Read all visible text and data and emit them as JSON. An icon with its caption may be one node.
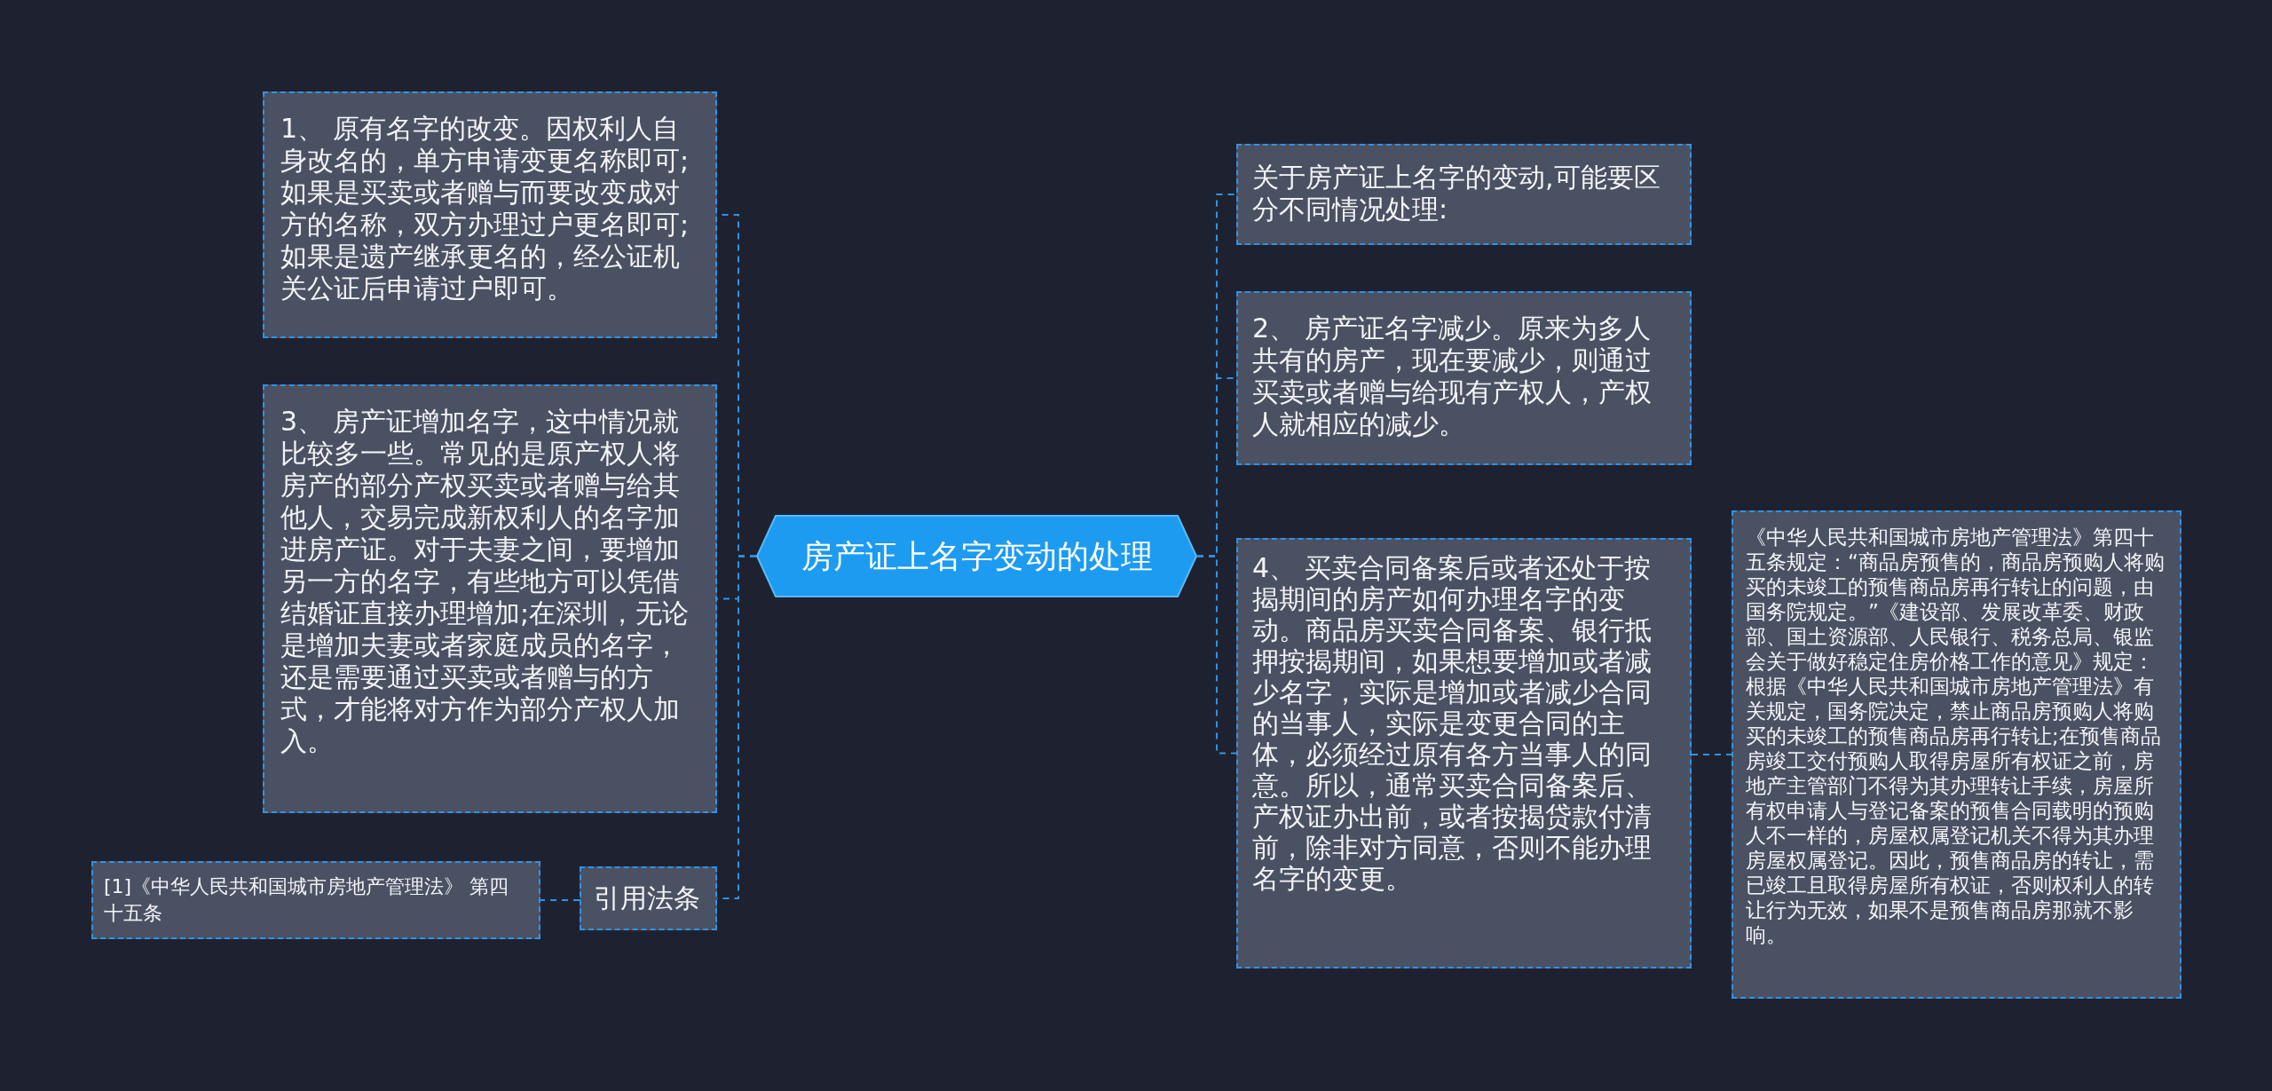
{
  "diagram": {
    "nodes": [
      {
        "text": [
          "房产证上名字变动的处理"
        ]
      },
      {
        "text": [
          "1、 原有名字的改变。因权利人自身改名的，单方申请变更名称即可;如果是买卖或者赠与而要改变成对方的名称，双方办理过户更名即可;如果是遗产继承更名的，经公证机关公证后申请过户即可。"
        ]
      },
      {
        "text": [
          "3、 房产证增加名字，这中情况就比较多一些。常见的是原产权人将房产的部分产权买卖或者赠与给其他人，交易完成新权利人的名字加进房产证。对于夫妻之间，要增加另一方的名字，有些地方可以凭借结婚证直接办理增加;在深圳，无论是增加夫妻或者家庭成员的名字，还是需要通过买卖或者赠与的方式，才能将对方作为部分产权人加入。"
        ]
      },
      {
        "text": [
          "引用法条"
        ]
      },
      {
        "text": [
          "[1]《中华人民共和国城市房地产管理法》 第四十五条"
        ]
      },
      {
        "text": [
          "关于房产证上名字的变动,可能要区分不同情况处理:"
        ]
      },
      {
        "text": [
          "2、 房产证名字减少。原来为多人共有的房产，现在要减少，则通过买卖或者赠与给现有产权人，产权人就相应的减少。"
        ]
      },
      {
        "text": [
          "4、 买卖合同备案后或者还处于按揭期间的房产如何办理名字的变动。商品房买卖合同备案、银行抵押按揭期间，如果想要增加或者减少名字，实际是增加或者减少合同的当事人，实际是变更合同的主体，必须经过原有各方当事人的同意。所以，通常买卖合同备案后、产权证办出前，或者按揭贷款付清前，除非对方同意，否则不能办理名字的变更。"
        ]
      },
      {
        "text": [
          "《中华人民共和国城市房地产管理法》第四十五条规定：“商品房预售的，商品房预购人将购买的未竣工的预售商品房再行转让的问题，由国务院规定。”《建设部、发展改革委、财政部、国土资源部、人民银行、税务总局、银监会关于做好稳定住房价格工作的意见》规定：根据《中华人民共和国城市房地产管理法》有关规定，国务院决定，禁止商品房预购人将购买的未竣工的预售商品房再行转让;在预售商品房竣工交付预购人取得房屋所有权证之前，房地产主管部门不得为其办理转让手续，房屋所有权申请人与登记备案的预售合同载明的预购人不一样的，房屋权属登记机关不得为其办理房屋权属登记。因此，预售商品房的转让，需已竣工且取得房屋所有权证，否则权利人的转让行为无效，如果不是预售商品房那就不影响。"
        ]
      }
    ],
    "edges": [
      {
        "from": 0,
        "to": 1,
        "arrow": "none"
      },
      {
        "from": 0,
        "to": 2,
        "arrow": "none"
      },
      {
        "from": 0,
        "to": 3,
        "arrow": "none"
      },
      {
        "from": 3,
        "to": 4,
        "arrow": "none"
      },
      {
        "from": 0,
        "to": 5,
        "arrow": "none"
      },
      {
        "from": 0,
        "to": 6,
        "arrow": "none"
      },
      {
        "from": 0,
        "to": 7,
        "arrow": "none"
      },
      {
        "from": 7,
        "to": 8,
        "arrow": "none"
      }
    ]
  }
}
